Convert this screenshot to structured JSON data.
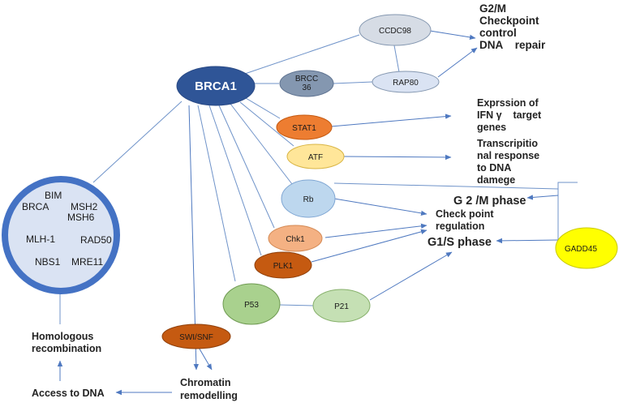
{
  "nodes": {
    "brca1": "BRCA1",
    "ccdc98": "CCDC98",
    "brcc36_line1": "BRCC",
    "brcc36_line2": "36",
    "rap80": "RAP80",
    "stat1": "STAT1",
    "atf": "ATF",
    "rb": "Rb",
    "chk1": "Chk1",
    "plk1": "PLK1",
    "p53": "P53",
    "p21": "P21",
    "swi_snf": "SWI/SNF",
    "gadd45": "GADD45"
  },
  "complex": {
    "bim": "BIM",
    "brca": "BRCA",
    "msh2": "MSH2",
    "msh6": "MSH6",
    "mlh1": "MLH-1",
    "rad50": "RAD50",
    "nbs1": "NBS1",
    "mre11": "MRE11"
  },
  "labels": {
    "g2m_checkpoint": [
      "G2/M",
      "Checkpoint",
      "control",
      "DNA    repair"
    ],
    "ifn_expression": [
      "Exprssion of",
      "IFN γ    target",
      "genes"
    ],
    "transcriptional": [
      "Transcripitio",
      "nal response",
      "to DNA",
      "damege"
    ],
    "g2m_phase": "G 2 /M phase",
    "checkpoint_regulation": [
      "Check point",
      "regulation"
    ],
    "g1s_phase": "G1/S phase",
    "homologous": [
      "Homologous",
      "recombination"
    ],
    "access_dna": "Access to DNA",
    "chromatin": [
      "Chromatin",
      "remodelling"
    ]
  },
  "colors": {
    "brca1": "#2f5597",
    "ccdc98": "#d6dce5",
    "brcc36": "#8497b0",
    "rap80": "#dae3f3",
    "stat1": "#ed7d31",
    "atf": "#ffe699",
    "rb": "#bdd7ee",
    "chk1": "#f4b183",
    "plk1": "#c55a11",
    "p53": "#a9d18e",
    "p21": "#c5e0b4",
    "swi_snf": "#c55a11",
    "gadd45": "#ffff00",
    "complex_fill": "#dae3f3",
    "complex_border": "#4472c4",
    "edge": "#6f93c9"
  }
}
